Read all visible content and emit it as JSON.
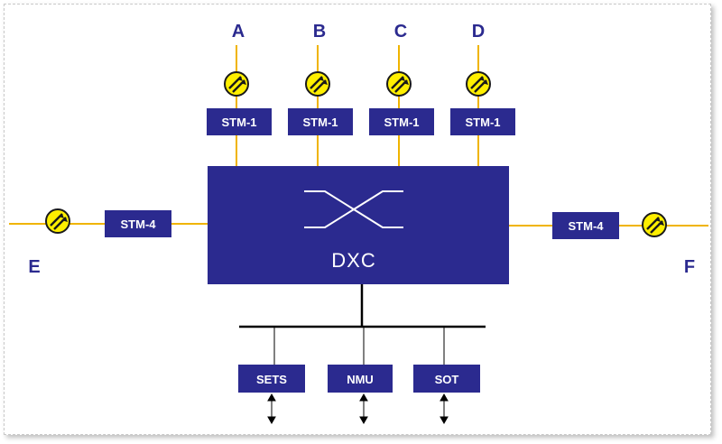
{
  "ports": {
    "A": "A",
    "B": "B",
    "C": "C",
    "D": "D",
    "E": "E",
    "F": "F"
  },
  "tributary": {
    "stm1_a": "STM-1",
    "stm1_b": "STM-1",
    "stm1_c": "STM-1",
    "stm1_d": "STM-1",
    "stm4_left": "STM-4",
    "stm4_right": "STM-4"
  },
  "core": {
    "label": "DXC"
  },
  "management": {
    "sets": "SETS",
    "nmu": "NMU",
    "sot": "SOT"
  },
  "colors": {
    "box": "#2b2a8f",
    "line": "#f0b400",
    "connector": "#ffef00",
    "bus": "#000000"
  },
  "icons": {
    "connector": "optical-connector-icon",
    "crossconnect": "cross-connect-icon"
  }
}
